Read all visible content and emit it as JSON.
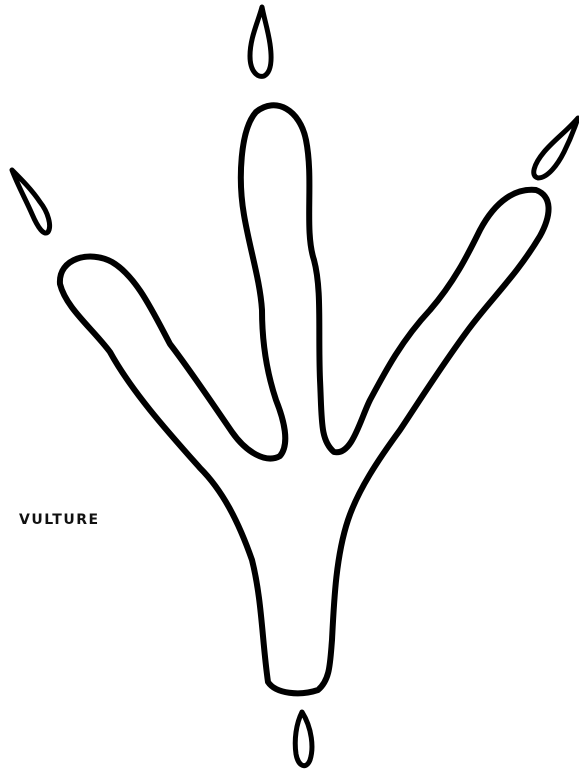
{
  "figure": {
    "label": "VULTURE",
    "ink_color": "#000000",
    "background_color": "#ffffff",
    "icons": [
      "footprint-outline",
      "claw-mark"
    ]
  }
}
